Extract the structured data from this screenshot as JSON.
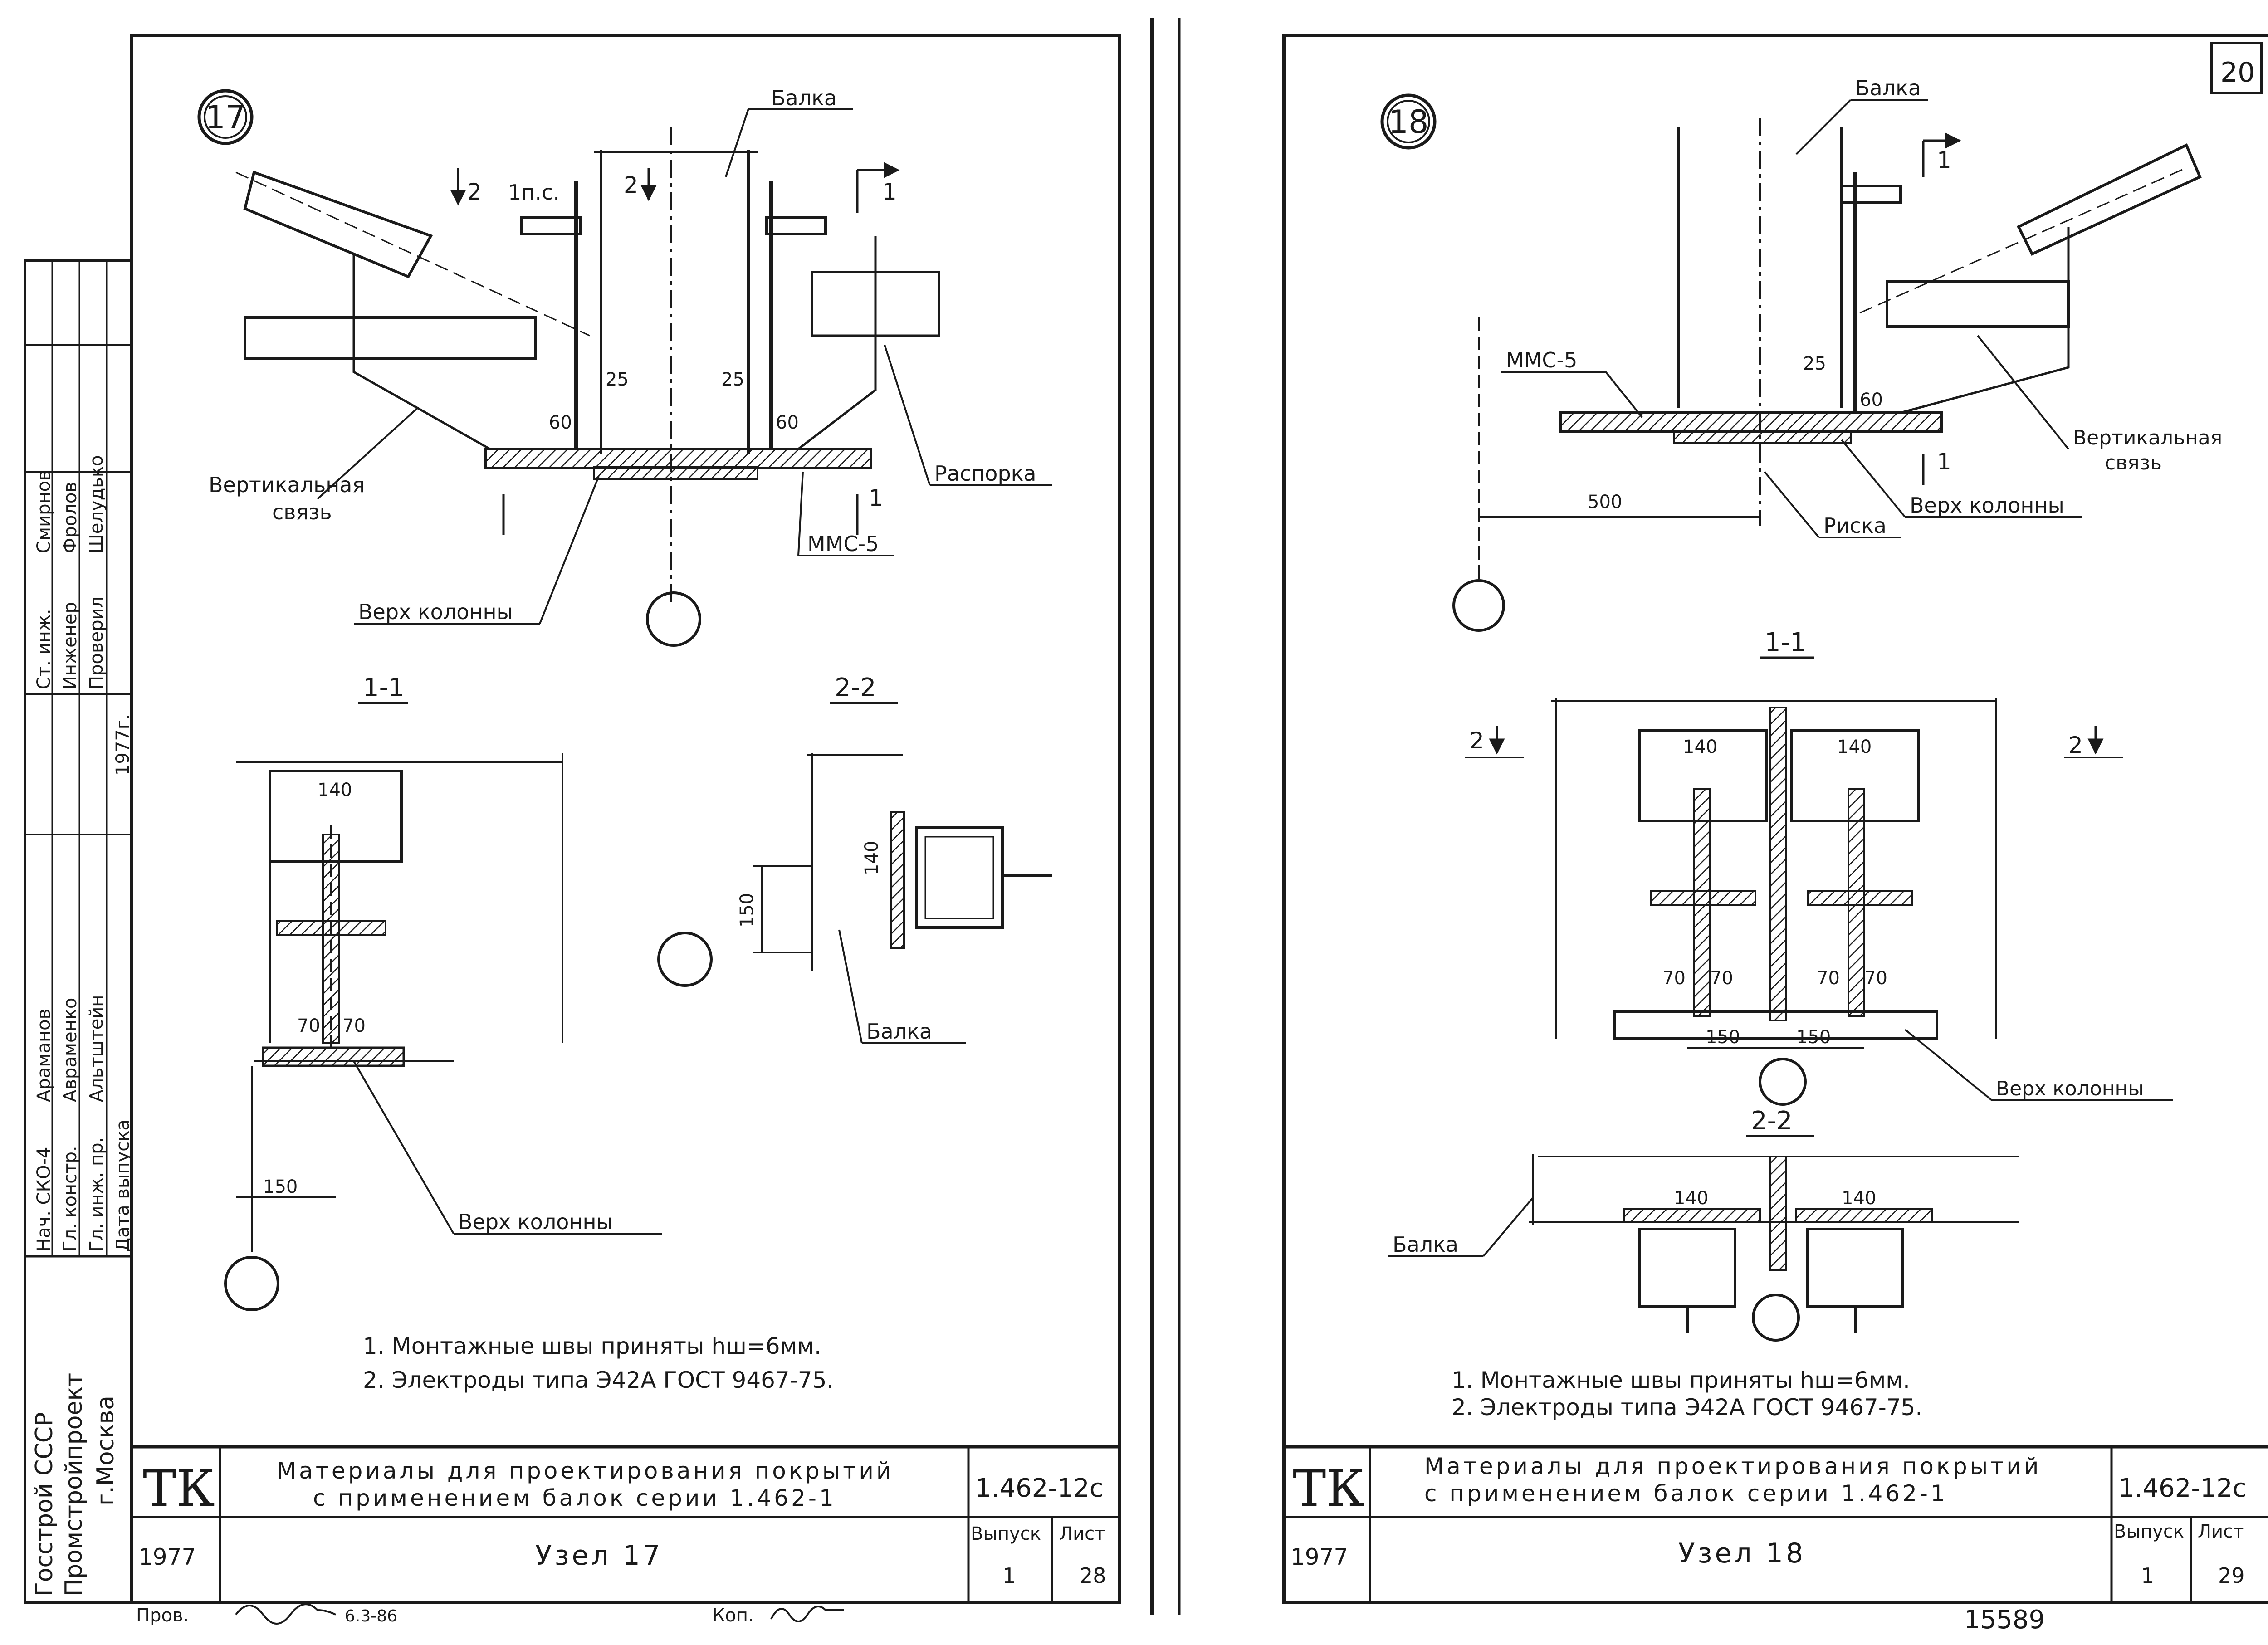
{
  "left_sheet": {
    "node_number": "17",
    "sheet_corner": "",
    "labels": {
      "beam": "Балка",
      "vertical_brace": [
        "Вертикальная",
        "связь"
      ],
      "strut": "Распорка",
      "mms": "ММС-5",
      "column_top": "Верх колонны",
      "section_1_1": "1-1",
      "section_2_2": "2-2",
      "beam_22": "Балка",
      "column_top_11": "Верх колонны",
      "cut1": "1",
      "cut2": "2",
      "cut_ps": "1п.с.",
      "cut2b": "2"
    },
    "dims": {
      "d25a": "25",
      "d25b": "25",
      "d60a": "60",
      "d60b": "60",
      "d140": "140",
      "d70a": "70",
      "d70b": "70",
      "d150": "150",
      "d140b": "140",
      "d150b": "150"
    },
    "notes": [
      "1. Монтажные швы приняты hш=6мм.",
      "2. Электроды типа Э42А ГОСТ 9467-75."
    ],
    "title_block": {
      "tk": "ТК",
      "title_line1": "Материалы для проектирования покрытий",
      "title_line2": "с применением балок серии 1.462-1",
      "code": "1.462-12с",
      "year": "1977",
      "node_title": "Узел 17",
      "issue_label": "Выпуск",
      "sheet_label": "Лист",
      "issue": "1",
      "sheet": "28"
    },
    "footer": {
      "checked": "Пров.",
      "checked_sign": "6.3-86",
      "copied": "Коп."
    }
  },
  "side_stamp": {
    "org": [
      "Госстрой СССР",
      "Промстройпроект",
      "г.Москва"
    ],
    "roles": [
      "Нач. СКО-4",
      "Гл. констр.",
      "Гл. инж. пр.",
      "Дата выпуска",
      "Ст. инж.",
      "Инженер",
      "Проверил"
    ],
    "names": [
      "Араманов",
      "Авраменко",
      "Альтштейн",
      "Смирнов",
      "Фролов",
      "Шелудько"
    ],
    "date": "1977г."
  },
  "right_sheet": {
    "node_number": "18",
    "sheet_corner": "20",
    "labels": {
      "beam": "Балка",
      "mms": "ММС-5",
      "vertical_brace": [
        "Вертикальная",
        "связь"
      ],
      "mark": "Риска",
      "column_top": "Верх колонны",
      "section_1_1": "1-1",
      "section_2_2": "2-2",
      "column_top_11": "Верх колонны",
      "beam_22": "Балка",
      "cut1": "1",
      "cut2a": "2",
      "cut2b": "2"
    },
    "dims": {
      "d25": "25",
      "d60": "60",
      "d500": "500",
      "d140a": "140",
      "d140b": "140",
      "d70a": "70",
      "d70b": "70",
      "d70c": "70",
      "d70d": "70",
      "d150a": "150",
      "d150b": "150",
      "d140c": "140",
      "d140d": "140"
    },
    "notes": [
      "1. Монтажные швы приняты hш=6мм.",
      "2. Электроды типа Э42А ГОСТ 9467-75."
    ],
    "title_block": {
      "tk": "ТК",
      "title_line1": "Материалы для проектирования покрытий",
      "title_line2": "с применением балок серии 1.462-1",
      "code": "1.462-12с",
      "year": "1977",
      "node_title": "Узел 18",
      "issue_label": "Выпуск",
      "sheet_label": "Лист",
      "issue": "1",
      "sheet": "29"
    },
    "footer": {
      "inventory": "15589"
    }
  }
}
